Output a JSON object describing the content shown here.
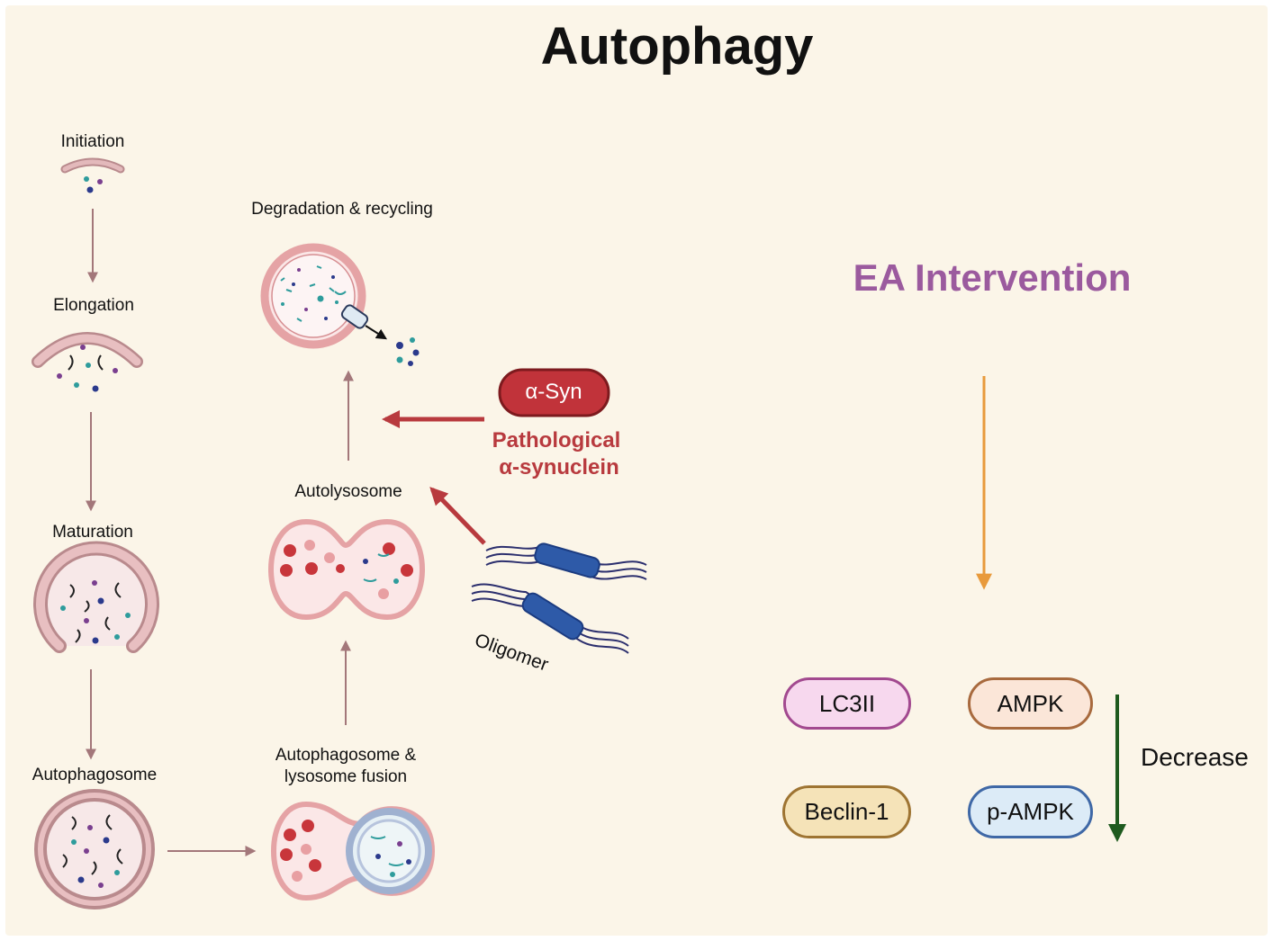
{
  "title": "Autophagy",
  "stages": {
    "initiation": "Initiation",
    "elongation": "Elongation",
    "maturation": "Maturation",
    "autophagosome": "Autophagosome",
    "fusion_line1": "Autophagosome &",
    "fusion_line2": "lysosome fusion",
    "autolysosome": "Autolysosome",
    "degradation": "Degradation & recycling"
  },
  "pathology": {
    "asyn_badge": "α-Syn",
    "line1": "Pathological",
    "line2": "α-synuclein",
    "oligomer": "Oligomer"
  },
  "intervention": {
    "title": "EA Intervention",
    "markers": [
      "LC3II",
      "AMPK",
      "Beclin-1",
      "p-AMPK"
    ],
    "effect": "Decrease"
  },
  "colors": {
    "background": "#fbf5e8",
    "membrane": "#e8a0a4",
    "stage_arrow": "#a3777a",
    "pathology_arrow": "#b83a3e",
    "intervention_title": "#9b5a9e",
    "intervention_arrow": "#e89a3c",
    "decrease_arrow": "#1e5a1e",
    "oligomer": "#2e5aa8"
  }
}
